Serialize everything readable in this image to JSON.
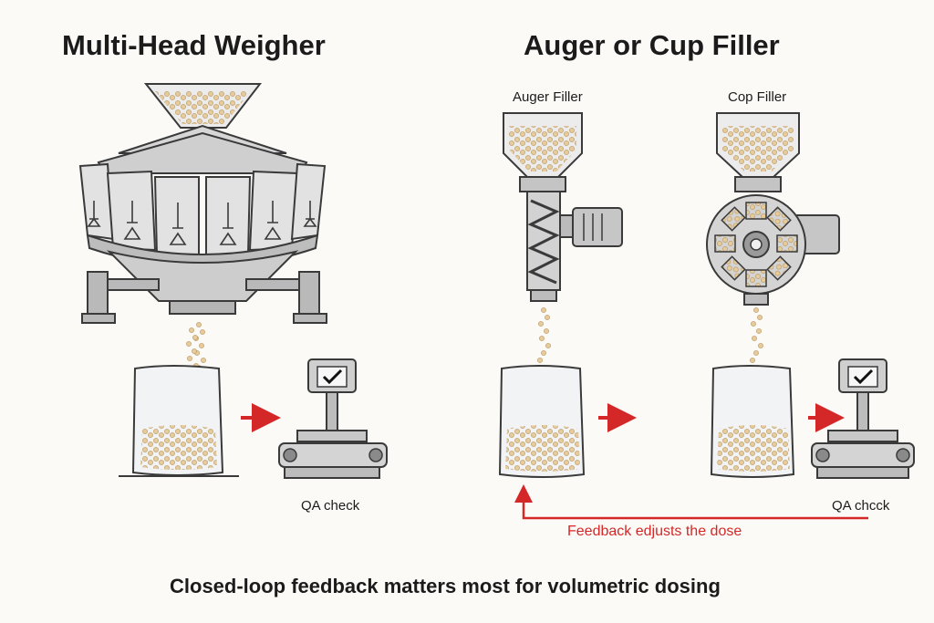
{
  "titles": {
    "left": "Multi-Head Weigher",
    "right": "Auger or Cup Filler"
  },
  "subtitles": {
    "auger": "Auger Filler",
    "cup": "Cop Filler"
  },
  "labels": {
    "qa_left": "QA check",
    "qa_right": "QA chcck",
    "feedback": "Feedback edjusts the dose"
  },
  "caption": "Closed-loop feedback matters most for volumetric dosing",
  "colors": {
    "arrow": "#d42828",
    "metal": "#c9c9c9",
    "outline": "#3a3a3a",
    "product": "#e3c79a",
    "background": "#fbfaf7"
  },
  "icons": [
    "check-mark-icon",
    "arrow-right-icon",
    "feedback-arrow-icon"
  ]
}
